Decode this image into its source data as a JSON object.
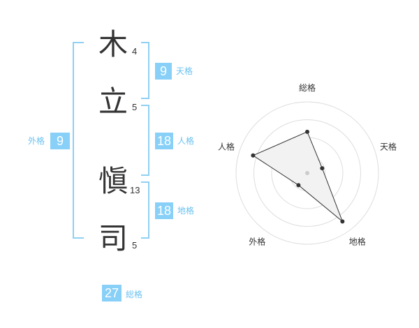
{
  "name": {
    "chars": [
      {
        "char": "木",
        "strokes": "4"
      },
      {
        "char": "立",
        "strokes": "5"
      },
      {
        "char": "愼",
        "strokes": "13"
      },
      {
        "char": "司",
        "strokes": "5"
      }
    ]
  },
  "fortunes": {
    "tenkaku": {
      "value": "9",
      "label": "天格"
    },
    "jinkaku": {
      "value": "18",
      "label": "人格"
    },
    "chikaku": {
      "value": "18",
      "label": "地格"
    },
    "gaikaku": {
      "value": "9",
      "label": "外格"
    },
    "soukaku": {
      "value": "27",
      "label": "総格"
    }
  },
  "colors": {
    "accent": "#88d0f8",
    "bracket": "#8fd0f4",
    "label": "#6cc2f0"
  },
  "chart_data": {
    "type": "radar",
    "axes": [
      "総格",
      "天格",
      "地格",
      "外格",
      "人格"
    ],
    "values": [
      0.58,
      0.22,
      0.84,
      0.21,
      0.8
    ],
    "range": [
      0,
      1
    ],
    "rings": 4,
    "fill": "#f2f2f2",
    "stroke": "#333333"
  }
}
